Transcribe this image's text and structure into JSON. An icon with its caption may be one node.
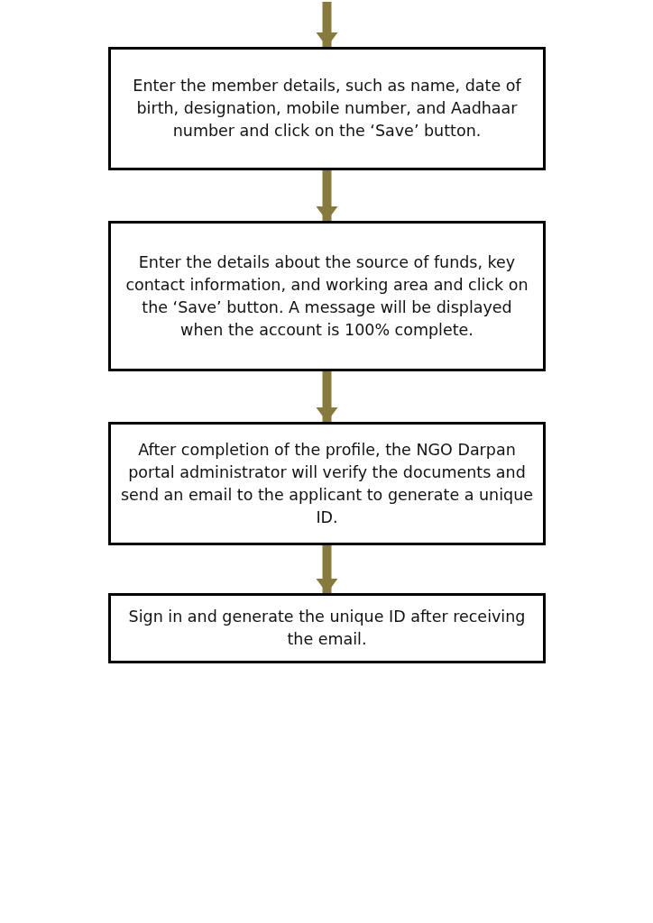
{
  "diagram": {
    "nodes": [
      {
        "text": [
          "Enter the member details, such as name, date of birth, designation, mobile number, and Aadhaar number and click on the ‘Save’ button."
        ]
      },
      {
        "text": [
          "Enter the details about the source of funds, key contact information, and working area and click on the ‘Save’ button. A message will be displayed when the account is 100% complete."
        ]
      },
      {
        "text": [
          "After completion of the profile, the NGO Darpan portal administrator will verify the documents and send an email to the applicant to generate a unique ID."
        ]
      },
      {
        "text": [
          "Sign in and generate the unique ID after receiving the email."
        ]
      }
    ],
    "edges": [
      {
        "from": null,
        "to": 0,
        "arrow": "to"
      },
      {
        "from": 0,
        "to": 1,
        "arrow": "to"
      },
      {
        "from": 1,
        "to": 2,
        "arrow": "to"
      },
      {
        "from": 2,
        "to": 3,
        "arrow": "to"
      }
    ]
  }
}
